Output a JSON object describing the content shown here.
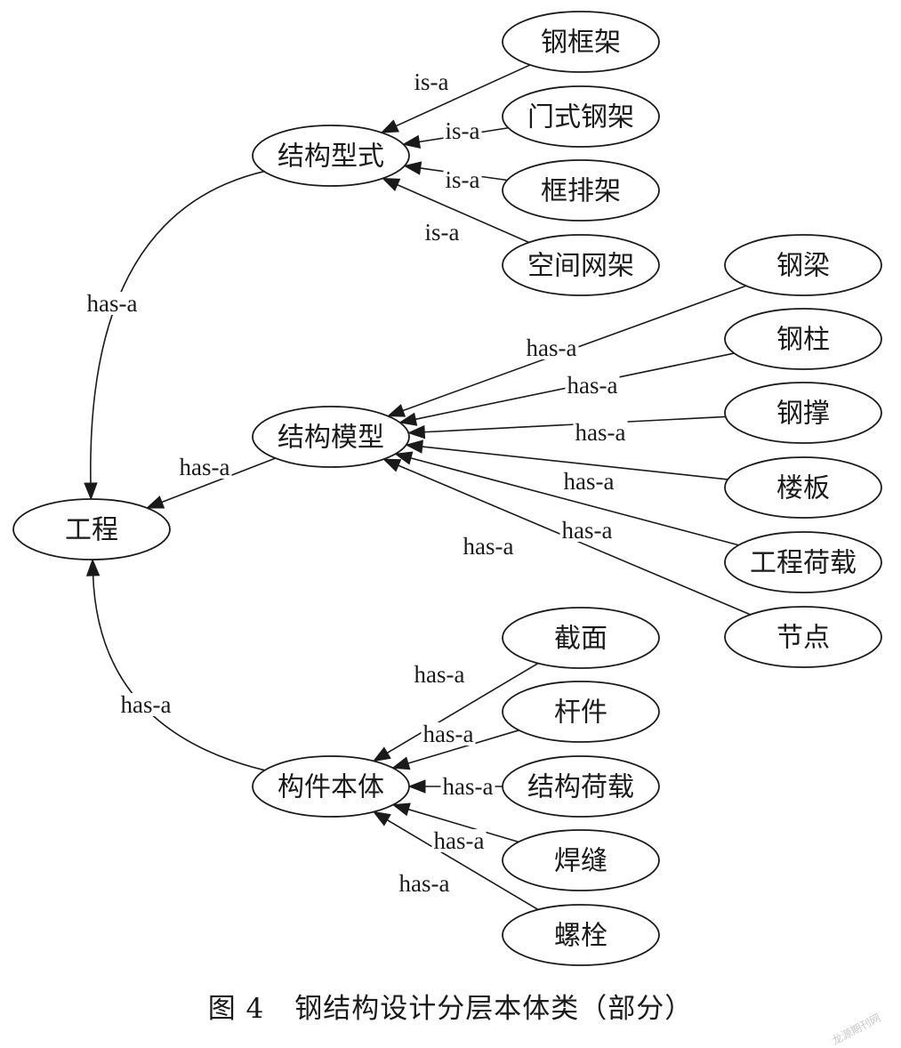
{
  "nodes": [
    {
      "id": "gongcheng",
      "label": "工程"
    },
    {
      "id": "jiegouxingshi",
      "label": "结构型式"
    },
    {
      "id": "jiegoumoxing",
      "label": "结构模型"
    },
    {
      "id": "goujianbenti",
      "label": "构件本体"
    },
    {
      "id": "gangkuangjia",
      "label": "钢框架"
    },
    {
      "id": "menshigangjia",
      "label": "门式钢架"
    },
    {
      "id": "kuangpaijia",
      "label": "框排架"
    },
    {
      "id": "kongjianwangjia",
      "label": "空间网架"
    },
    {
      "id": "gangliang",
      "label": "钢梁"
    },
    {
      "id": "gangzhu",
      "label": "钢柱"
    },
    {
      "id": "gangcheng",
      "label": "钢撑"
    },
    {
      "id": "louban",
      "label": "楼板"
    },
    {
      "id": "gongchenghezai",
      "label": "工程荷载"
    },
    {
      "id": "jiedian",
      "label": "节点"
    },
    {
      "id": "jiemian",
      "label": "截面"
    },
    {
      "id": "ganjian",
      "label": "杆件"
    },
    {
      "id": "jiegouhezai",
      "label": "结构荷载"
    },
    {
      "id": "hanfeng",
      "label": "焊缝"
    },
    {
      "id": "luoshuan",
      "label": "螺栓"
    }
  ],
  "edges": [
    {
      "from": "gangkuangjia",
      "to": "jiegouxingshi",
      "label": "is-a"
    },
    {
      "from": "menshigangjia",
      "to": "jiegouxingshi",
      "label": "is-a"
    },
    {
      "from": "kuangpaijia",
      "to": "jiegouxingshi",
      "label": "is-a"
    },
    {
      "from": "kongjianwangjia",
      "to": "jiegouxingshi",
      "label": "is-a"
    },
    {
      "from": "gangliang",
      "to": "jiegoumoxing",
      "label": "has-a"
    },
    {
      "from": "gangzhu",
      "to": "jiegoumoxing",
      "label": "has-a"
    },
    {
      "from": "gangcheng",
      "to": "jiegoumoxing",
      "label": "has-a"
    },
    {
      "from": "louban",
      "to": "jiegoumoxing",
      "label": "has-a"
    },
    {
      "from": "gongchenghezai",
      "to": "jiegoumoxing",
      "label": "has-a"
    },
    {
      "from": "jiedian",
      "to": "jiegoumoxing",
      "label": "has-a"
    },
    {
      "from": "jiemian",
      "to": "goujianbenti",
      "label": "has-a"
    },
    {
      "from": "ganjian",
      "to": "goujianbenti",
      "label": "has-a"
    },
    {
      "from": "jiegouhezai",
      "to": "goujianbenti",
      "label": "has-a"
    },
    {
      "from": "hanfeng",
      "to": "goujianbenti",
      "label": "has-a"
    },
    {
      "from": "luoshuan",
      "to": "goujianbenti",
      "label": "has-a"
    },
    {
      "from": "jiegouxingshi",
      "to": "gongcheng",
      "label": "has-a"
    },
    {
      "from": "jiegoumoxing",
      "to": "gongcheng",
      "label": "has-a"
    },
    {
      "from": "goujianbenti",
      "to": "gongcheng",
      "label": "has-a"
    }
  ],
  "caption": {
    "figure": "图 4",
    "text": "钢结构设计分层本体类（部分）"
  },
  "watermark": "龙源期刊网"
}
